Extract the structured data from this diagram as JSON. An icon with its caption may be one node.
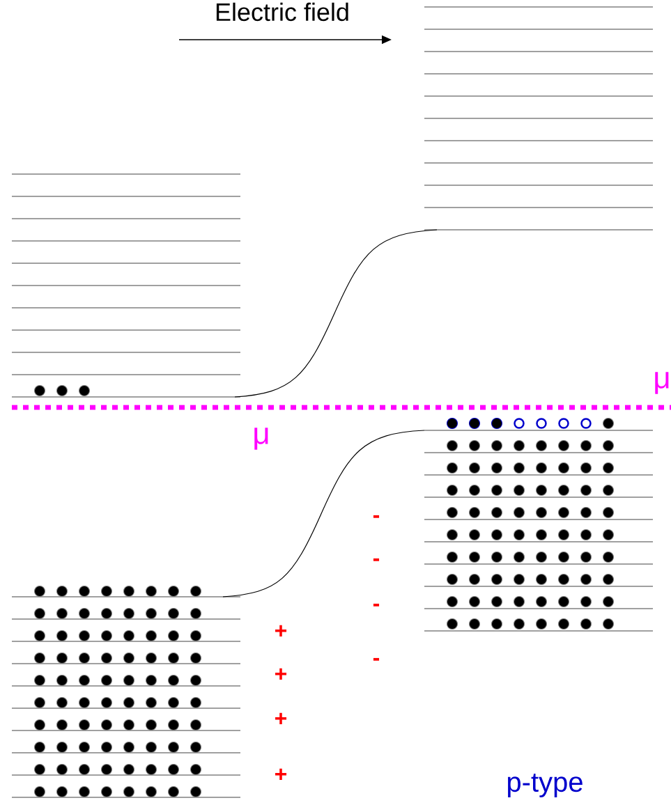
{
  "diagram": {
    "labels": [
      "Electric field",
      "μ",
      "μ",
      "-",
      "-",
      "-",
      "-",
      "+",
      "+",
      "+",
      "+",
      "p-type"
    ]
  }
}
